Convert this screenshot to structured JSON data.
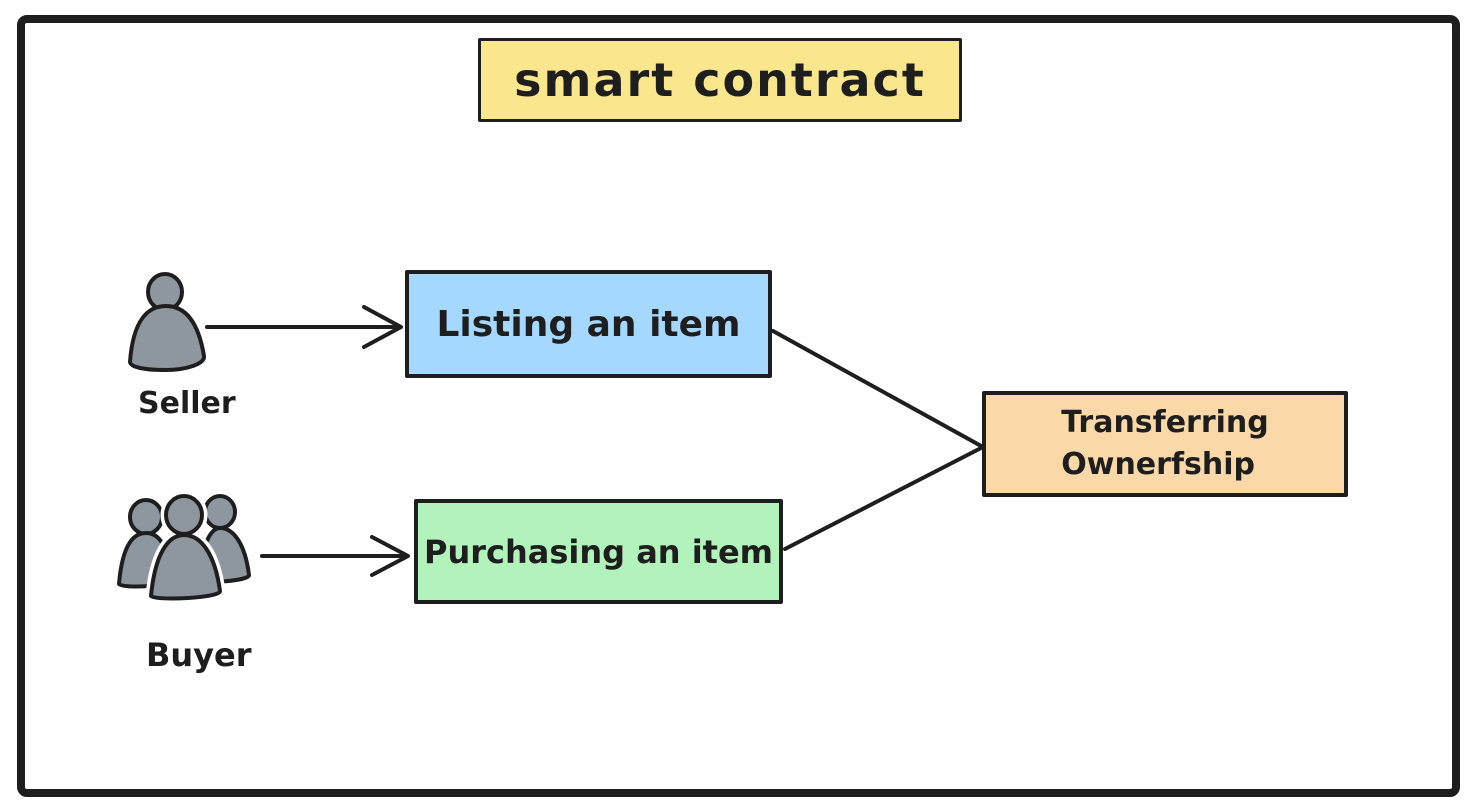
{
  "diagram": {
    "title": "smart contract",
    "nodes": {
      "listing": {
        "label": "Listing an item"
      },
      "purchasing": {
        "label": "Purchasing an item"
      },
      "transferring": {
        "label": "Transferring\nOwnerfship"
      }
    },
    "actors": {
      "seller": {
        "label": "Seller",
        "icon": "person-icon"
      },
      "buyer": {
        "label": "Buyer",
        "icon": "people-group-icon"
      }
    },
    "connections": [
      {
        "from": "Seller",
        "to": "Listing an item",
        "style": "arrow"
      },
      {
        "from": "Buyer",
        "to": "Purchasing an item",
        "style": "arrow"
      },
      {
        "from": "Listing an item",
        "to": "Transferring Ownerfship",
        "style": "line"
      },
      {
        "from": "Purchasing an item",
        "to": "Transferring Ownerfship",
        "style": "line"
      }
    ],
    "colors": {
      "stroke": "#1e1e1e",
      "frame_stroke": "#1e1e1e",
      "title_fill": "#fae68c",
      "listing_fill": "#a5d8ff",
      "purchasing_fill": "#b2f2bb",
      "transferring_fill": "#fad8a8",
      "actor_fill": "#8e969e",
      "background": "#ffffff"
    }
  }
}
